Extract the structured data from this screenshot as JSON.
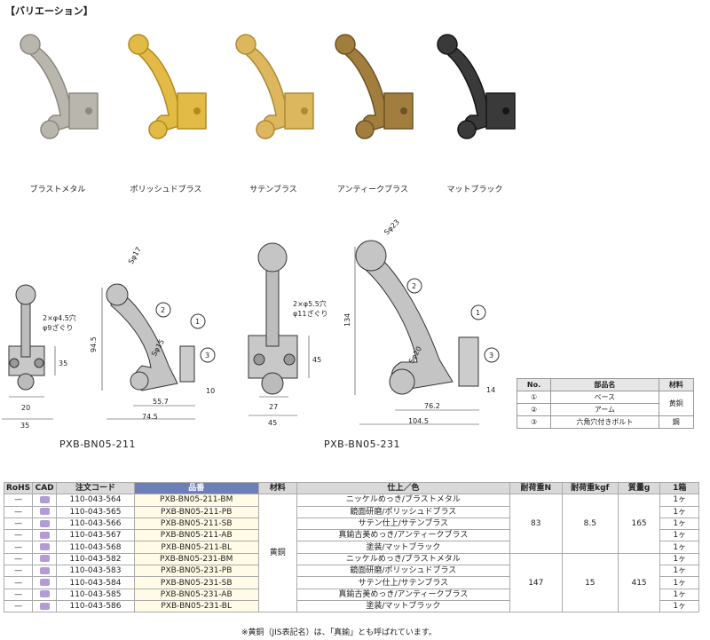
{
  "section_title": "【バリエーション】",
  "variants": [
    {
      "label": "ブラストメタル",
      "color": "#b9b6ad",
      "shade": "#8c897f"
    },
    {
      "label": "ポリッシュドブラス",
      "color": "#e2bb47",
      "shade": "#b48a1e"
    },
    {
      "label": "サテンブラス",
      "color": "#dcb75e",
      "shade": "#ad8a35"
    },
    {
      "label": "アンティークブラス",
      "color": "#a27e3e",
      "shade": "#6e5424"
    },
    {
      "label": "マットブラック",
      "color": "#3a3a3a",
      "shade": "#161616"
    }
  ],
  "drawings": {
    "left": {
      "model": "PXB-BN05-211",
      "hole_note_1": "2×φ4.5穴",
      "hole_note_2": "φ9ざぐり",
      "dims": {
        "w_small": "20",
        "w": "35",
        "h": "35",
        "r1": "Sφ17",
        "r2": "Sφ15",
        "height": "94.5",
        "d1": "55.7",
        "d2": "74.5",
        "d3": "10"
      }
    },
    "right": {
      "model": "PXB-BN05-231",
      "hole_note_1": "2×φ5.5穴",
      "hole_note_2": "φ11ざぐり",
      "dims": {
        "w_small": "27",
        "w": "45",
        "h": "45",
        "r1": "Sφ23",
        "r2": "Sφ20",
        "height": "134",
        "d1": "76.2",
        "d2": "104.5",
        "d3": "14"
      }
    },
    "markers": [
      "1",
      "2",
      "3"
    ]
  },
  "parts_table": {
    "headers": [
      "No.",
      "部品名",
      "材料"
    ],
    "rows": [
      {
        "no": "①",
        "name": "ベース"
      },
      {
        "no": "②",
        "name": "アーム"
      },
      {
        "no": "③",
        "name": "六角穴付きボルト"
      }
    ],
    "material_12": "黄銅",
    "material_3": "鋼"
  },
  "spec_table": {
    "headers": [
      "RoHS",
      "CAD",
      "注文コード",
      "品番",
      "材料",
      "仕上／色",
      "耐荷重N",
      "耐荷重kgf",
      "質量g",
      "1箱"
    ],
    "rows": [
      {
        "dash": "—",
        "code": "110-043-564",
        "part": "PXB-BN05-211-BM",
        "finish": "ニッケルめっき/ブラストメタル",
        "box": "1ヶ"
      },
      {
        "dash": "—",
        "code": "110-043-565",
        "part": "PXB-BN05-211-PB",
        "finish": "鏡面研磨/ポリッシュドブラス",
        "box": "1ヶ"
      },
      {
        "dash": "—",
        "code": "110-043-566",
        "part": "PXB-BN05-211-SB",
        "finish": "サテン仕上/サテンブラス",
        "box": "1ヶ"
      },
      {
        "dash": "—",
        "code": "110-043-567",
        "part": "PXB-BN05-211-AB",
        "finish": "真鍮古美めっき/アンティークブラス",
        "box": "1ヶ"
      },
      {
        "dash": "—",
        "code": "110-043-568",
        "part": "PXB-BN05-211-BL",
        "finish": "塗装/マットブラック",
        "box": "1ヶ"
      },
      {
        "dash": "—",
        "code": "110-043-582",
        "part": "PXB-BN05-231-BM",
        "finish": "ニッケルめっき/ブラストメタル",
        "box": "1ヶ"
      },
      {
        "dash": "—",
        "code": "110-043-583",
        "part": "PXB-BN05-231-PB",
        "finish": "鏡面研磨/ポリッシュドブラス",
        "box": "1ヶ"
      },
      {
        "dash": "—",
        "code": "110-043-584",
        "part": "PXB-BN05-231-SB",
        "finish": "サテン仕上/サテンブラス",
        "box": "1ヶ"
      },
      {
        "dash": "—",
        "code": "110-043-585",
        "part": "PXB-BN05-231-AB",
        "finish": "真鍮古美めっき/アンティークブラス",
        "box": "1ヶ"
      },
      {
        "dash": "—",
        "code": "110-043-586",
        "part": "PXB-BN05-231-BL",
        "finish": "塗装/マットブラック",
        "box": "1ヶ"
      }
    ],
    "material": "黄銅",
    "group1": {
      "load_n": "83",
      "load_kgf": "8.5",
      "mass": "165"
    },
    "group2": {
      "load_n": "147",
      "load_kgf": "15",
      "mass": "415"
    },
    "cad_label": "CAD"
  },
  "footnote": "※黄銅（JIS表記名）は、「真鍮」とも呼ばれています。"
}
